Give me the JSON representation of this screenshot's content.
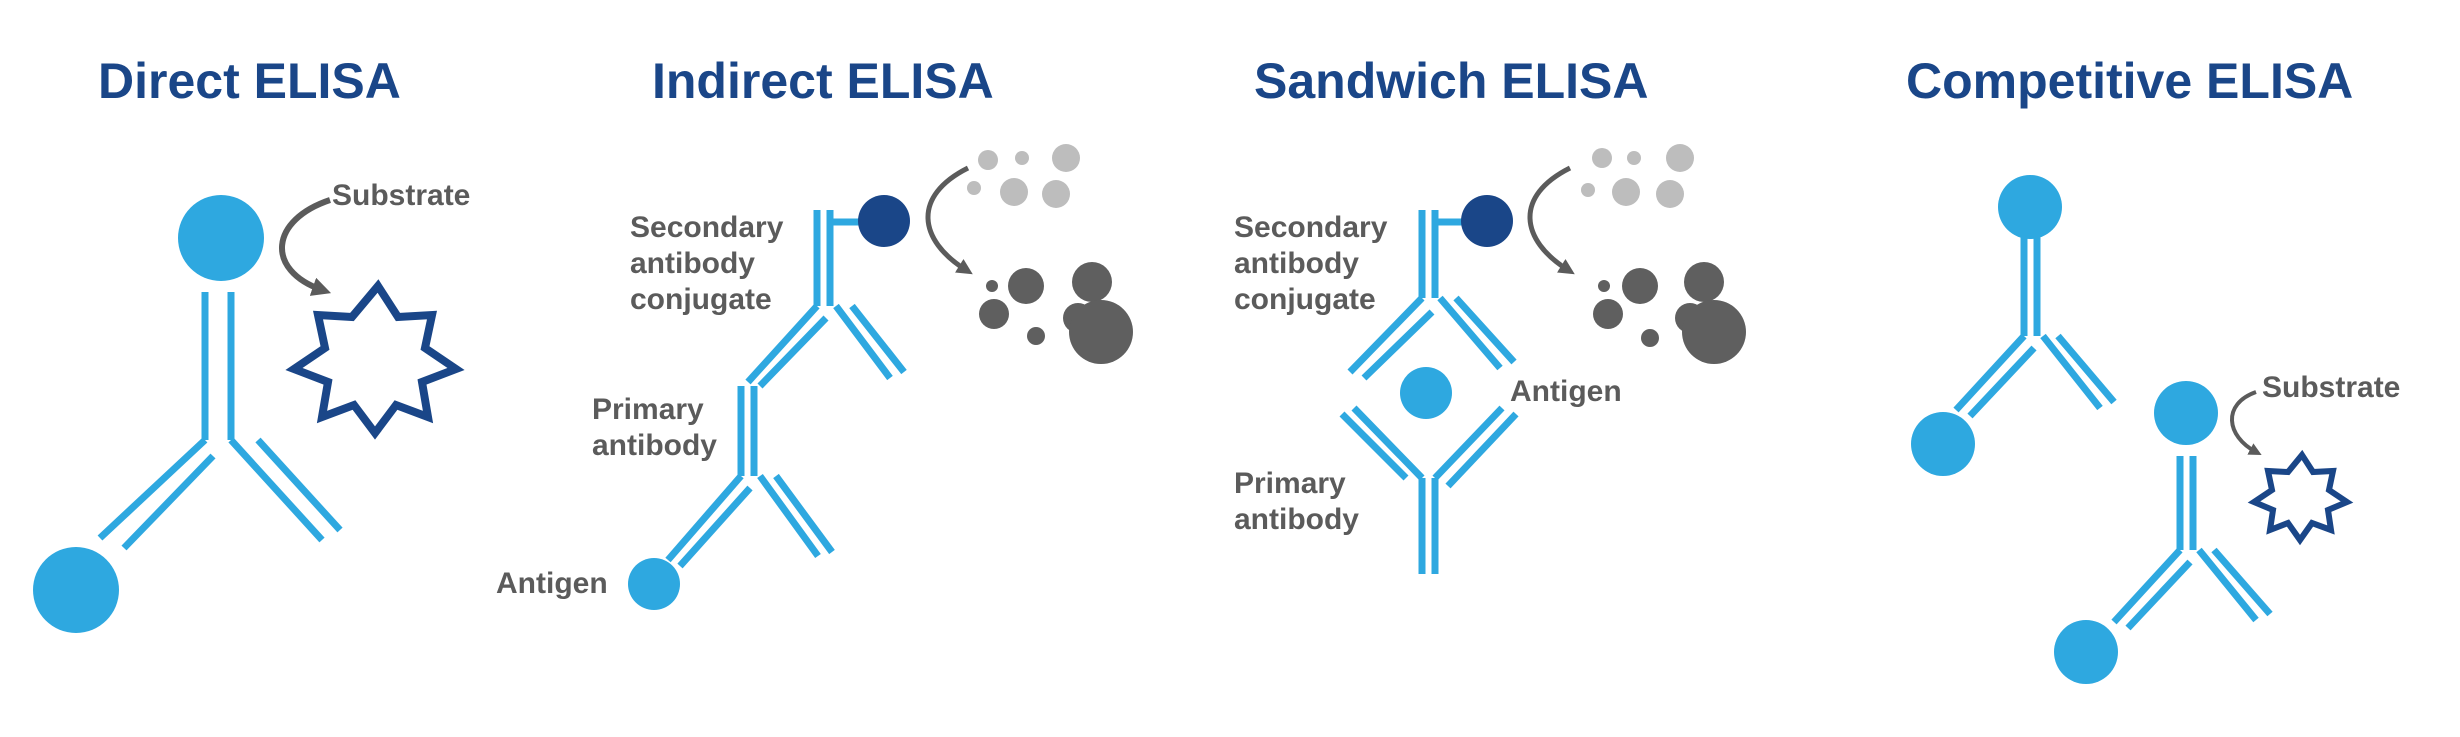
{
  "colors": {
    "antibody": "#2ea8e0",
    "antigen": "#2ea8e0",
    "conjugate": "#1a4688",
    "title": "#1a4688",
    "label": "#5b5b5b",
    "product_dark": "#5f5f5f",
    "substrate_light": "#bdbdbd",
    "star_outline": "#1a4688"
  },
  "panels": [
    {
      "id": "direct",
      "title": "Direct ELISA",
      "labels": {
        "substrate": "Substrate"
      }
    },
    {
      "id": "indirect",
      "title": "Indirect ELISA",
      "labels": {
        "secondary_line1": "Secondary",
        "secondary_line2": "antibody",
        "secondary_line3": "conjugate",
        "primary_line1": "Primary",
        "primary_line2": "antibody",
        "antigen": "Antigen"
      }
    },
    {
      "id": "sandwich",
      "title": "Sandwich ELISA",
      "labels": {
        "secondary_line1": "Secondary",
        "secondary_line2": "antibody",
        "secondary_line3": "conjugate",
        "antigen": "Antigen",
        "primary_line1": "Primary",
        "primary_line2": "antibody"
      }
    },
    {
      "id": "competitive",
      "title": "Competitive ELISA",
      "labels": {
        "substrate": "Substrate"
      }
    }
  ]
}
